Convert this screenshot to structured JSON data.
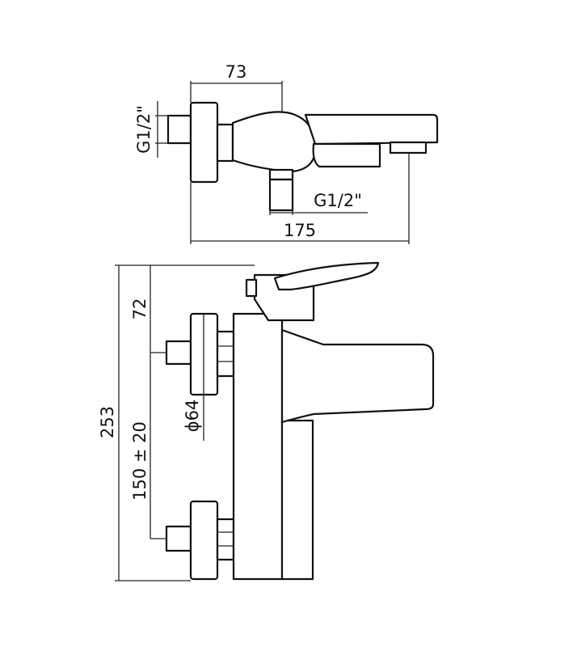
{
  "drawing": {
    "top_view": {
      "dim_connector_to_body": "73",
      "thread_inlet": "G1/2\"",
      "thread_outlet": "G1/2\"",
      "dim_total_length": "175"
    },
    "front_view": {
      "dim_top_offset": "72",
      "dim_total_height": "253",
      "dim_flange_diameter": "ϕ64",
      "dim_inlet_spacing": "150 ± 20"
    }
  }
}
